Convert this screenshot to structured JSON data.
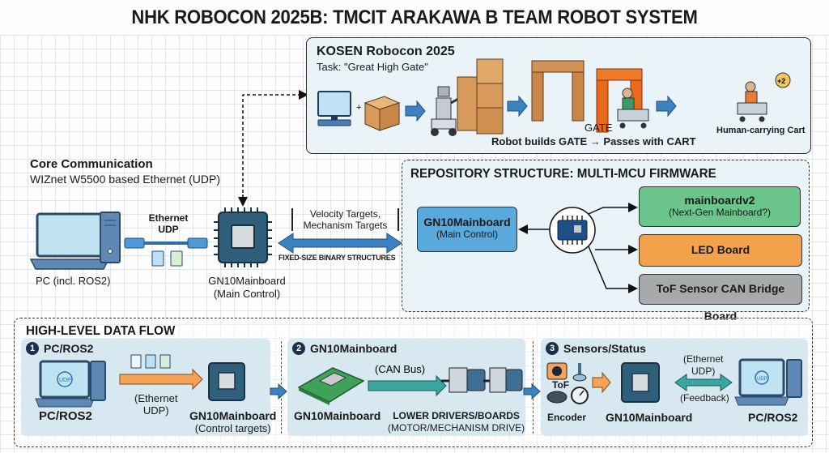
{
  "title": "NHK ROBOCON 2025B: TMCIT ARAKAWA B TEAM ROBOT SYSTEM",
  "kosen": {
    "title": "KOSEN Robocon 2025",
    "task": "Task: \"Great High Gate\"",
    "gate_label": "GATE",
    "cart_label": "Human-carrying Cart",
    "caption": "Robot builds GATE → Passes with CART",
    "score_badge": "+2",
    "plus": "+"
  },
  "core": {
    "title": "Core Communication",
    "subtitle": "WIZnet W5500 based Ethernet (UDP)",
    "pc_label": "PC (incl. ROS2)",
    "link_label_1": "Ethernet",
    "link_label_2": "UDP",
    "mainboard_name": "GN10Mainboard",
    "mainboard_role": "(Main Control)",
    "targets_1": "Velocity Targets,",
    "targets_2": "Mechanism Targets",
    "payload_note": "FIXED-SIZE BINARY STRUCTURES"
  },
  "repo": {
    "title": "REPOSITORY STRUCTURE: MULTI-MCU FIRMWARE",
    "main": {
      "name": "GN10Mainboard",
      "role": "(Main Control)",
      "color": "#5aa9dc"
    },
    "boards": [
      {
        "name": "mainboardv2",
        "note": "(Next-Gen Mainboard?)",
        "color": "#6cc58a"
      },
      {
        "name": "LED Board",
        "note": "",
        "color": "#f3a14a"
      },
      {
        "name": "ToF Sensor CAN Bridge Board",
        "note": "",
        "color": "#a7a9ab"
      }
    ]
  },
  "flow": {
    "title": "HIGH-LEVEL DATA FLOW",
    "steps": [
      {
        "num": "1",
        "head": "PC/ROS2",
        "source": "PC/ROS2",
        "link_1": "(Ethernet",
        "link_2": "UDP)",
        "target_name": "GN10Mainboard",
        "target_note": "(Control targets)",
        "screen_text": "UDP"
      },
      {
        "num": "2",
        "head": "GN10Mainboard",
        "source": "GN10Mainboard",
        "link": "(CAN Bus)",
        "target_name": "LOWER DRIVERS/BOARDS",
        "target_note": "(MOTOR/MECHANISM DRIVE)"
      },
      {
        "num": "3",
        "head": "Sensors/Status",
        "sensor_tof": "ToF",
        "sensor_encoder": "Encoder",
        "middle": "GN10Mainboard",
        "link_1": "(Ethernet",
        "link_2": "UDP)",
        "link_3": "(Feedback)",
        "target": "PC/ROS2",
        "screen_text": "UDP"
      }
    ]
  }
}
